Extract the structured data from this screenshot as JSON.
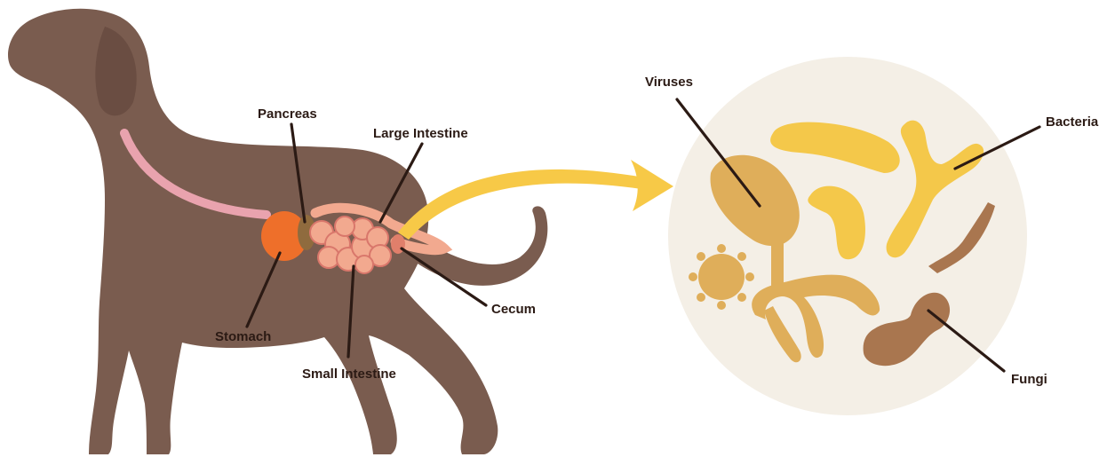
{
  "organs": {
    "pancreas": "Pancreas",
    "large_intestine": "Large Intestine",
    "stomach": "Stomach",
    "small_intestine": "Small Intestine",
    "cecum": "Cecum"
  },
  "microbes": {
    "viruses": "Viruses",
    "bacteria": "Bacteria",
    "fungi": "Fungi"
  },
  "colors": {
    "dog": "#7a5c4f",
    "esophagus": "#e9a3ae",
    "stomach": "#ee6f2a",
    "intestine": "#f2a98f",
    "arrow": "#f7c947",
    "circle": "#f4efe6",
    "bacteria": "#f4c84a",
    "virus": "#dfae5a",
    "fungi": "#a9764f",
    "text": "#2b1a14"
  }
}
